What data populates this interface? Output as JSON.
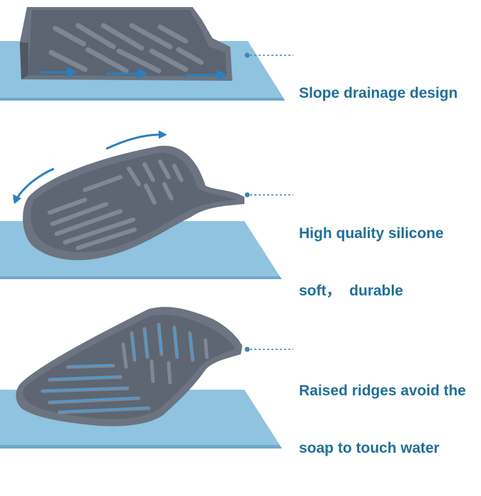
{
  "features": [
    {
      "lines": [
        "Slope drainage design"
      ]
    },
    {
      "lines": [
        "High quality silicone",
        "soft，  durable"
      ]
    },
    {
      "lines": [
        "Raised ridges avoid the",
        "soap to touch water"
      ]
    }
  ],
  "colors": {
    "accent_text": "#1f6f98",
    "leader_line": "#3b86ad",
    "mat_blue": "#8fc3df",
    "tray_gray": "#6b7480",
    "tray_dark": "#4f5863",
    "arrow_blue": "#2b7fc1"
  },
  "icons": [
    "soap-tray-product-image",
    "rotation-arrow-icon",
    "flow-arrow-icon"
  ]
}
